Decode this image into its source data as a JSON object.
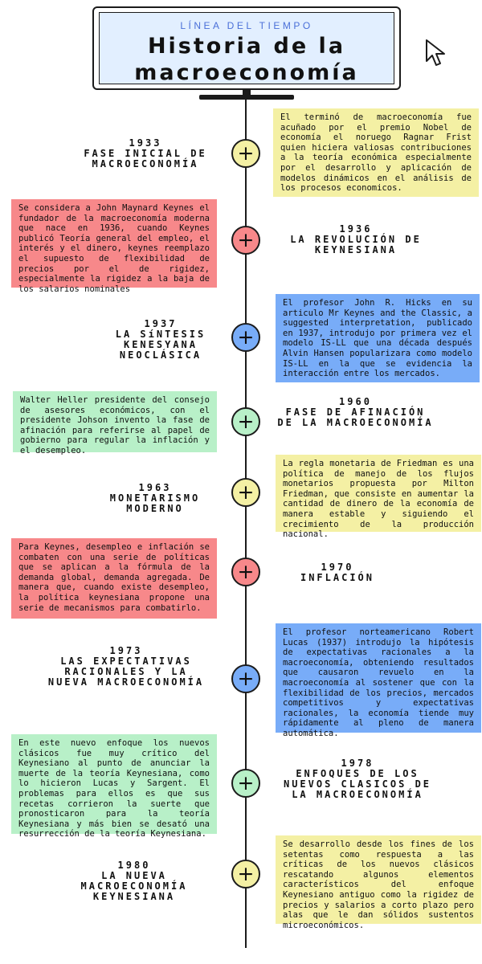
{
  "header": {
    "kicker": "LÍNEA DEL TIEMPO",
    "title_line1": "Historia de la",
    "title_line2": "macroeconomía"
  },
  "events": [
    {
      "year": "1933",
      "name": "FASE INICIAL DE MACROECONOMÍA",
      "color": "#f4f0a4",
      "text": "El terminó de macroeconomía fue acuñado por el premio Nobel de economía el noruego Ragnar Frist quien hiciera valiosas contribuciones a la teoría económica especialmente por el desarrollo y aplicación de modelos dinámicos en el análisis de los procesos economicos."
    },
    {
      "year": "1936",
      "name": "LA REVOLUCIÓN DE KEYNESIANA",
      "color": "#f7888a",
      "text": "Se considera a John Maynard Keynes el fundador de la macroeconomía moderna que nace en 1936, cuando Keynes publicó Teoría general del empleo, el interés y el dinero, keynes reemplazo el supuesto de flexibilidad de precios por el de rigidez, especialmente la rigidez a la baja de los salarios nominales"
    },
    {
      "year": "1937",
      "name": "LA SíNTESIS KENESYANA NEOCLÁSICA",
      "color": "#78acf8",
      "text": "El profesor John R. Hicks en su articulo Mr Keynes and the Classic, a suggested interpretation, publicado en 1937, introdujo por primera vez el modelo IS-LL que una década después Alvin Hansen popularizara como modelo IS-LL en la que se evidencia la interacción entre los mercados."
    },
    {
      "year": "1960",
      "name": "FASE DE AFINACIÓN DE LA MACROECONOMÍA",
      "color": "#b8f0c8",
      "text": "Walter Heller presidente del consejo de asesores económicos, con el presidente Johson invento la fase de afinación para referirse al papel de gobierno para regular la inflación y el desempleo."
    },
    {
      "year": "1963",
      "name": "MONETARISMO MODERNO",
      "color": "#f4f0a4",
      "text": "La regla monetaria de Friedman es una política de manejo de los flujos monetarios propuesta por Milton Friedman, que consiste en aumentar la cantidad de dinero de la economía de manera estable y siguiendo el crecimiento de la producción nacional."
    },
    {
      "year": "1970",
      "name": "INFLACIÓN",
      "color": "#f7888a",
      "text": "Para Keynes, desempleo e inflación se combaten con una serie de políticas que se aplican a la fórmula de la demanda global, demanda agregada. De manera que, cuando existe desempleo, la política keynesiana propone una serie de mecanismos para combatirlo."
    },
    {
      "year": "1973",
      "name": "LAS EXPECTATIVAS RACIONALES Y LA NUEVA MACROECONOMÍA",
      "color": "#78acf8",
      "text": "El profesor norteamericano Robert Lucas (1937) introdujo la hipótesis de expectativas racionales a la macroeconomía, obteniendo resultados que causaron revuelo en la macroeconomía al sostener que con la flexibilidad de los precios, mercados competitivos y expectativas racionales, la economía tiende muy rápidamente al pleno de manera automática."
    },
    {
      "year": "1978",
      "name": "ENFOQUES DE LOS NUEVOS CLASICOS DE LA MACROECONOMÍA",
      "color": "#b8f0c8",
      "text": "En este nuevo enfoque los nuevos clásicos fue muy crítico del Keynesiano al punto de anunciar la muerte de la teoría Keynesiana, como lo hicieron Lucas y Sargent. El problemas para ellos es que sus recetas corrieron la suerte que pronosticaron para la teoría Keynesiana y más bien se desató una resurrección de la teoría Keynesiana."
    },
    {
      "year": "1980",
      "name": "LA NUEVA MACROECONOMÍA KEYNESIANA",
      "color": "#f4f0a4",
      "text": "Se desarrollo desde los fines de los setentas como respuesta a las críticas de los nuevos clásicos rescatando algunos elementos característicos del enfoque Keynesiano antiguo como la rigidez de precios y salarios a corto plazo pero alas que le dan sólidos sustentos microeconómicos."
    }
  ]
}
